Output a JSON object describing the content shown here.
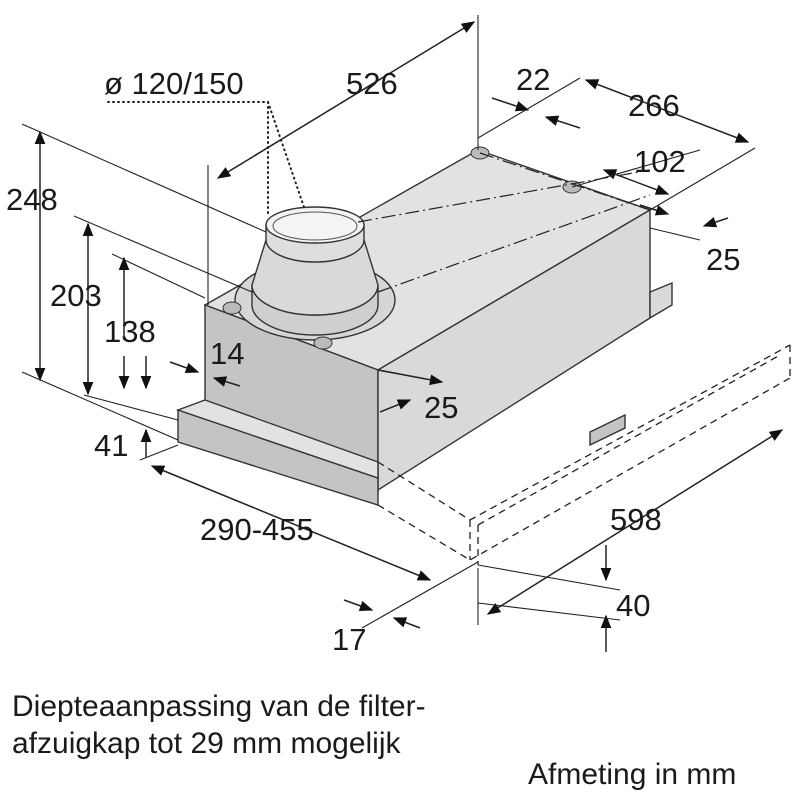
{
  "dimensions": {
    "duct_diameter": "ø 120/150",
    "depth_total": "526",
    "offset_22": "22",
    "width_266": "266",
    "offset_102": "102",
    "height_248": "248",
    "height_203": "203",
    "height_138": "138",
    "offset_14": "14",
    "offset_25_right": "25",
    "offset_25_front": "25",
    "height_41": "41",
    "depth_range": "290-455",
    "width_598": "598",
    "height_40": "40",
    "offset_17": "17"
  },
  "caption": {
    "line1": "Diepteaanpassing van de filter-",
    "line2": "afzuigkap tot 29 mm mogelijk",
    "units": "Afmeting in mm"
  }
}
